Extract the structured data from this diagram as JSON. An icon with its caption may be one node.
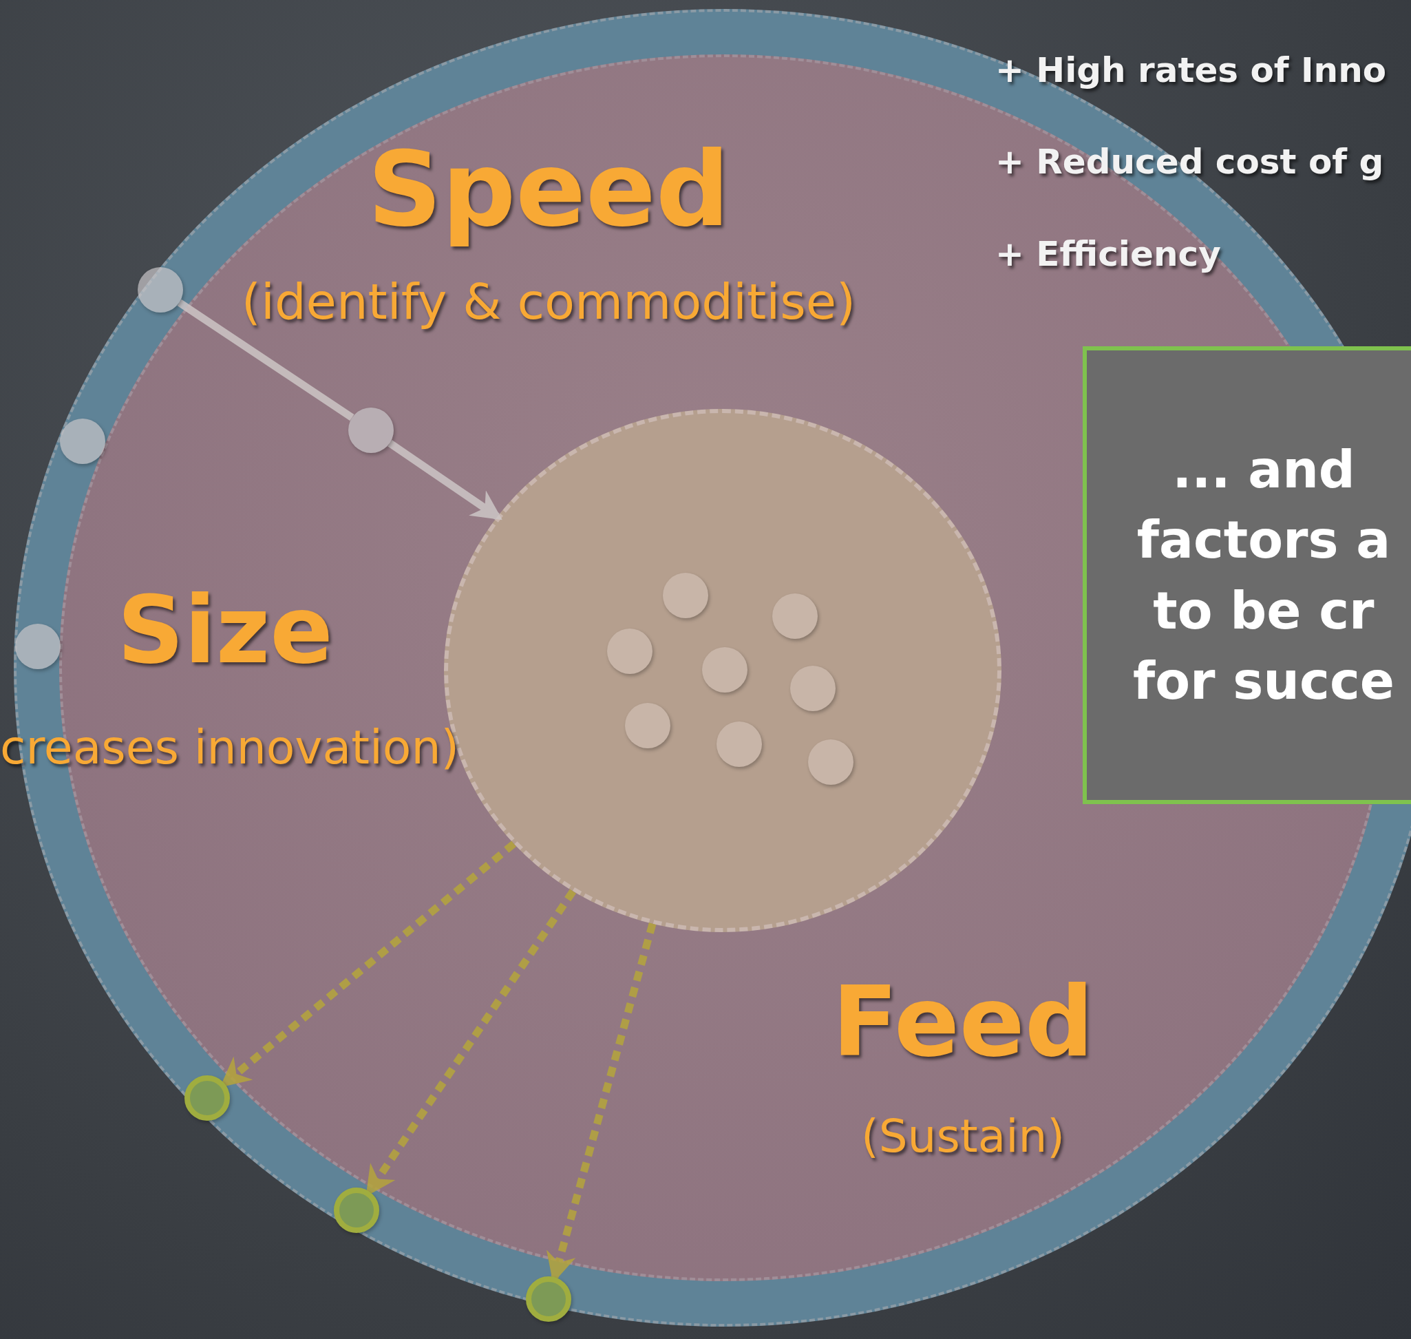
{
  "diagram": {
    "nodes": [
      {
        "text": [],
        "shape": "circle"
      },
      {
        "text": [],
        "shape": "circle",
        "in": 0
      },
      {
        "text": [],
        "shape": "circle",
        "in": 0
      },
      {
        "text": [],
        "shape": "circle",
        "in": 0
      },
      {
        "text": [],
        "shape": "circle",
        "in": 0
      },
      {
        "text": [],
        "shape": "circle",
        "in": 0
      },
      {
        "text": [],
        "shape": "circle",
        "in": 5
      },
      {
        "text": [],
        "shape": "circle",
        "in": 5
      },
      {
        "text": [],
        "shape": "circle",
        "in": 5
      },
      {
        "text": [],
        "shape": "circle",
        "in": 5
      },
      {
        "text": [],
        "shape": "circle",
        "in": 5
      },
      {
        "text": [],
        "shape": "circle",
        "in": 5
      },
      {
        "text": [],
        "shape": "circle",
        "in": 5
      },
      {
        "text": [],
        "shape": "circle",
        "in": 5
      },
      {
        "text": [],
        "shape": "circle",
        "in": 0
      },
      {
        "text": [],
        "shape": "circle",
        "in": 0
      },
      {
        "text": [],
        "shape": "circle",
        "in": 0
      },
      {
        "text": [
          "... and factors a to be cr for succe"
        ],
        "in": 0
      }
    ],
    "edges": [
      {
        "from": 1,
        "to": 4,
        "arrow": "none",
        "color": "#cdc6c6"
      },
      {
        "from": 4,
        "to": 5,
        "arrow": "to",
        "color": "#cdc6c6"
      },
      {
        "from": 5,
        "to": 14,
        "arrow": "to",
        "style": "dashed"
      },
      {
        "from": 5,
        "to": 15,
        "arrow": "to",
        "style": "dashed"
      },
      {
        "from": 5,
        "to": 16,
        "arrow": "to",
        "style": "dashed"
      }
    ],
    "labels": [
      "Speed",
      "(identify & commoditise)",
      "Size",
      "creases innovation)",
      "Feed",
      "(Sustain)",
      "+ High rates of Inno",
      "+ Reduced cost of g",
      "+ Efficiency"
    ]
  }
}
